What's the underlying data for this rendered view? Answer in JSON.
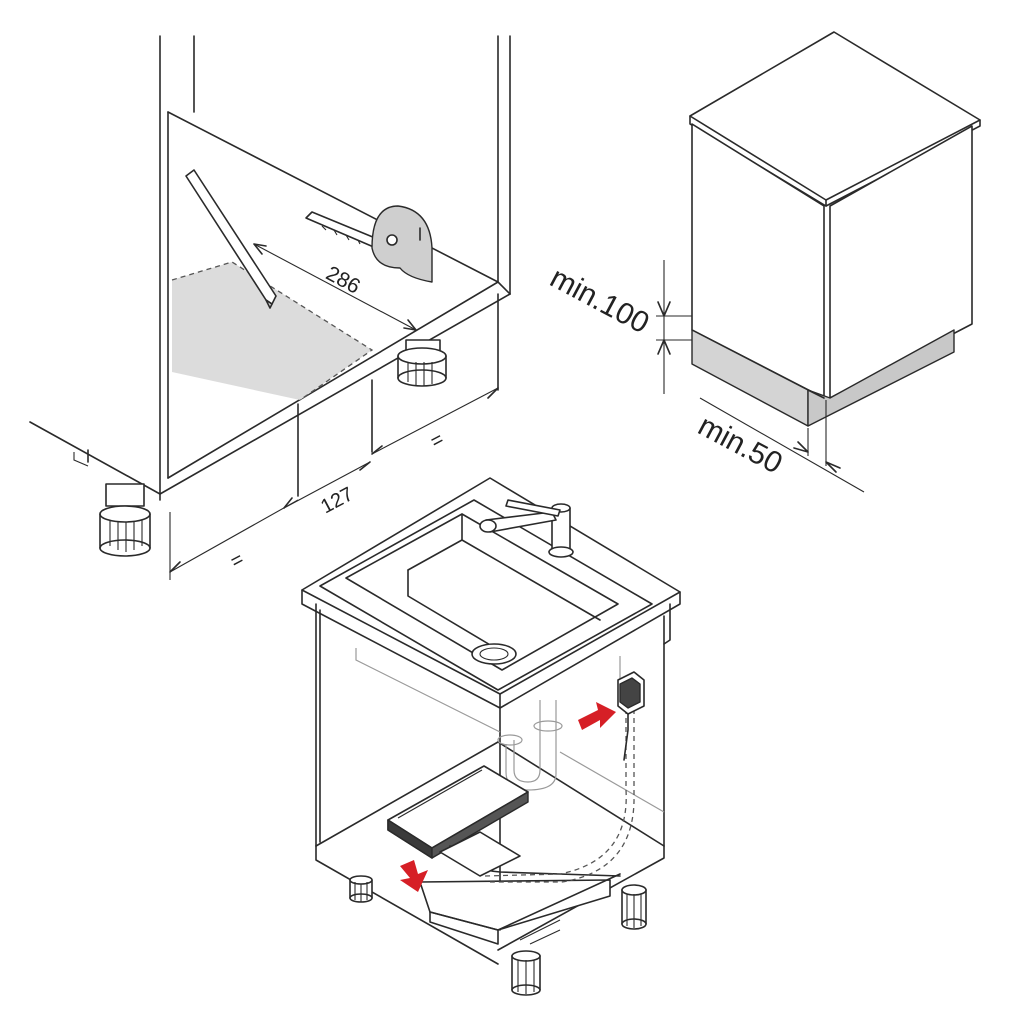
{
  "dimensions": {
    "cutout_width": "286",
    "cutout_offset": "127",
    "equal_left": "=",
    "equal_right": "=",
    "plinth_height": "min.100",
    "plinth_depth": "min.50"
  },
  "colors": {
    "line": "#2a2a2a",
    "cutout_area": "#d9d9d9",
    "plinth": "#d4d4d4",
    "arrow": "#d61f26"
  },
  "icons": {
    "pencil": "pencil-icon",
    "tape_measure": "tape-measure-icon",
    "socket": "power-socket-icon",
    "arrow": "red-arrow-icon"
  }
}
